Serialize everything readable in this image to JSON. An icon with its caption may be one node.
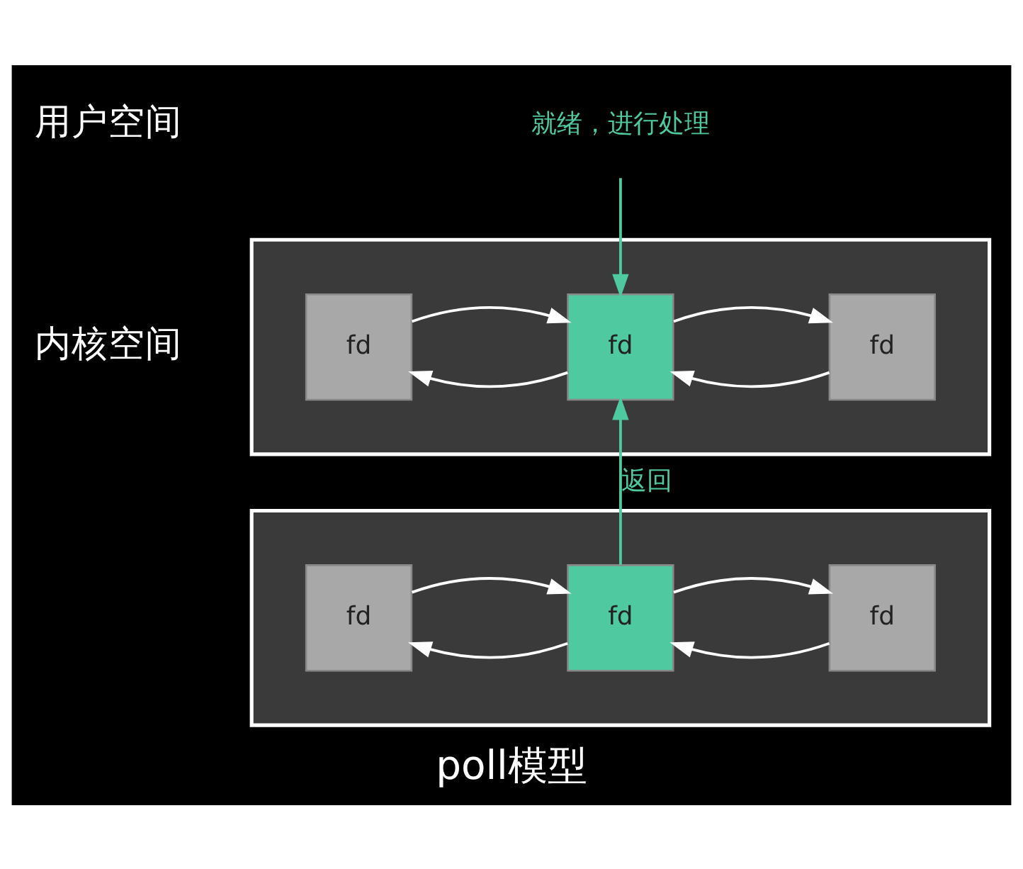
{
  "diagram": {
    "caption": "poll模型",
    "nodes": [
      {
        "text": [],
        "shape": "box"
      },
      {
        "text": [
          "fd"
        ],
        "in": 0
      },
      {
        "text": [
          "fd"
        ],
        "in": 0
      },
      {
        "text": [
          "fd"
        ],
        "in": 0
      },
      {
        "text": [],
        "shape": "box"
      },
      {
        "text": [
          "fd"
        ],
        "in": 4
      },
      {
        "text": [
          "fd"
        ],
        "in": 4
      },
      {
        "text": [
          "fd"
        ],
        "in": 4
      },
      {
        "text": [
          "就绪，进行处理"
        ]
      }
    ],
    "edges": [
      {
        "from": 8,
        "to": 2,
        "arrow": "to",
        "color": "#4fc9a0"
      },
      {
        "from": 1,
        "to": 2,
        "arrow": "to"
      },
      {
        "from": 2,
        "to": 1,
        "arrow": "to"
      },
      {
        "from": 2,
        "to": 3,
        "arrow": "to"
      },
      {
        "from": 3,
        "to": 2,
        "arrow": "to"
      },
      {
        "from": 6,
        "to": 2,
        "label": "返回",
        "arrow": "to",
        "color": "#4fc9a0"
      },
      {
        "from": 5,
        "to": 6,
        "arrow": "to"
      },
      {
        "from": 6,
        "to": 5,
        "arrow": "to"
      },
      {
        "from": 6,
        "to": 7,
        "arrow": "to"
      },
      {
        "from": 7,
        "to": 6,
        "arrow": "to"
      }
    ],
    "labels": [
      "用户空间",
      "内核空间"
    ]
  }
}
